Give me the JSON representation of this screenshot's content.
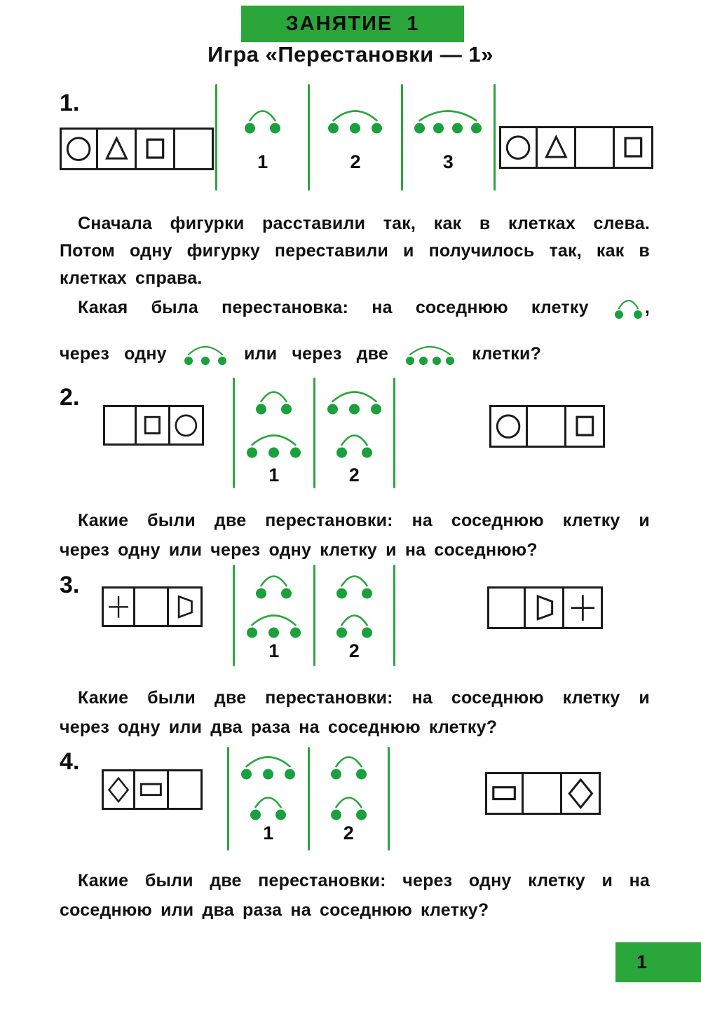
{
  "colors": {
    "green": "#2aa63a",
    "dot_green": "#1aa03c",
    "ink": "#1b1b1b"
  },
  "header": {
    "lesson_badge": "ЗАНЯТИЕ  1",
    "game_title": "Игра «Перестановки — 1»"
  },
  "intro": {
    "lines": [
      "Сначала фигурки расставили так, как в клетках слева.",
      "Потом одну фигурку переставили и получилось так, как в",
      "клетках справа."
    ]
  },
  "question1": {
    "line1": [
      {
        "text": "Какая была перестановка: на соседнюю клетку "
      },
      {
        "dots": 2
      },
      {
        "text": ","
      }
    ],
    "line2": [
      {
        "text": "через одну "
      },
      {
        "dots": 3
      },
      {
        "text": " или через две "
      },
      {
        "dots": 4
      },
      {
        "text": " клетки?"
      }
    ]
  },
  "exercises": [
    {
      "number": "1.",
      "cells_left": [
        "circle",
        "triangle",
        "square",
        "empty"
      ],
      "options": [
        {
          "label": "1",
          "figures": [
            {
              "dots": 2
            }
          ]
        },
        {
          "label": "2",
          "figures": [
            {
              "dots": 3
            }
          ]
        },
        {
          "label": "3",
          "figures": [
            {
              "dots": 4
            }
          ]
        }
      ],
      "cells_right": [
        "circle",
        "triangle",
        "empty",
        "square"
      ]
    },
    {
      "number": "2.",
      "cells_left": [
        "empty",
        "square",
        "circle"
      ],
      "options": [
        {
          "label": "1",
          "figures": [
            {
              "dots": 2
            },
            {
              "dots": 3
            }
          ]
        },
        {
          "label": "2",
          "figures": [
            {
              "dots": 3
            },
            {
              "dots": 2
            }
          ]
        }
      ],
      "cells_right": [
        "circle",
        "empty",
        "square"
      ],
      "question_lines": [
        "Какие были две перестановки: на соседнюю клетку и",
        "через одну или через одну клетку и на соседнюю?"
      ]
    },
    {
      "number": "3.",
      "cells_left": [
        "plus",
        "empty",
        "trapezoid"
      ],
      "options": [
        {
          "label": "1",
          "figures": [
            {
              "dots": 2
            },
            {
              "dots": 3
            }
          ]
        },
        {
          "label": "2",
          "figures": [
            {
              "dots": 2
            },
            {
              "dots": 2
            }
          ]
        }
      ],
      "cells_right": [
        "empty",
        "trapezoid",
        "plus"
      ],
      "question_lines": [
        "Какие были две перестановки: на соседнюю клетку и",
        "через одну или два раза на соседнюю клетку?"
      ]
    },
    {
      "number": "4.",
      "cells_left": [
        "diamond",
        "rectangle",
        "empty"
      ],
      "options": [
        {
          "label": "1",
          "figures": [
            {
              "dots": 3
            },
            {
              "dots": 2
            }
          ]
        },
        {
          "label": "2",
          "figures": [
            {
              "dots": 2
            },
            {
              "dots": 2
            }
          ]
        }
      ],
      "cells_right": [
        "rectangle",
        "empty",
        "diamond"
      ],
      "question_lines": [
        "Какие были две перестановки: через одну клетку и на",
        "соседнюю или два раза на соседнюю клетку?"
      ]
    }
  ],
  "footer": {
    "page_number": "1"
  }
}
